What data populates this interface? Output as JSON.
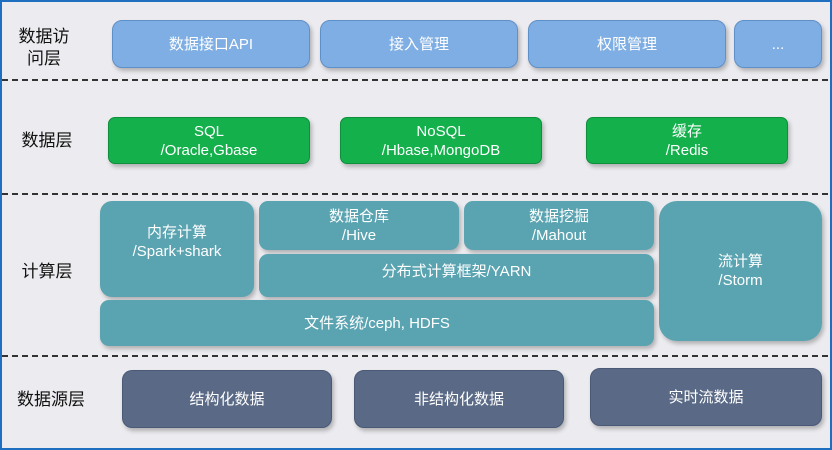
{
  "layers": {
    "access": {
      "label_line1": "数据访",
      "label_line2": "问层",
      "items": [
        "数据接口API",
        "接入管理",
        "权限管理",
        "..."
      ]
    },
    "data": {
      "label": "数据层",
      "items": [
        {
          "line1": "SQL",
          "line2": "/Oracle,Gbase"
        },
        {
          "line1": "NoSQL",
          "line2": "/Hbase,MongoDB"
        },
        {
          "line1": "缓存",
          "line2": "/Redis"
        }
      ]
    },
    "compute": {
      "label": "计算层",
      "memory": {
        "line1": "内存计算",
        "line2": "/Spark+shark"
      },
      "warehouse": {
        "line1": "数据仓库",
        "line2": "/Hive"
      },
      "mining": {
        "line1": "数据挖掘",
        "line2": "/Mahout"
      },
      "yarn": "分布式计算框架/YARN",
      "filesystem": "文件系统/ceph, HDFS",
      "stream": {
        "line1": "流计算",
        "line2": "/Storm"
      }
    },
    "source": {
      "label": "数据源层",
      "items": [
        "结构化数据",
        "非结构化数据",
        "实时流数据"
      ]
    }
  },
  "colors": {
    "access": "#7eaee3",
    "data": "#13b04b",
    "compute": "#5aa3b1",
    "source": "#5a6a86",
    "border": "#1f6fc1"
  }
}
